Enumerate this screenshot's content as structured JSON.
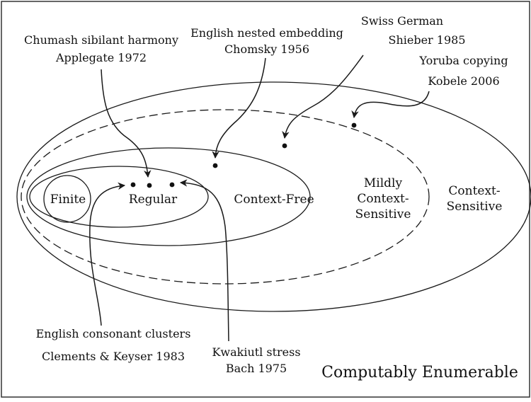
{
  "classes": {
    "finite": "Finite",
    "regular": "Regular",
    "context_free": "Context-Free",
    "mildly_cs_line1": "Mildly",
    "mildly_cs_line2": "Context-",
    "mildly_cs_line3": "Sensitive",
    "cs_line1": "Context-",
    "cs_line2": "Sensitive",
    "ce": "Computably Enumerable"
  },
  "annotations": {
    "chumash": {
      "line1": "Chumash sibilant harmony",
      "line2": "Applegate 1972"
    },
    "english_nested": {
      "line1": "English nested embedding",
      "line2": "Chomsky 1956"
    },
    "swiss_german": {
      "line1": "Swiss German",
      "line2": "Shieber 1985"
    },
    "yoruba": {
      "line1": "Yoruba copying",
      "line2": "Kobele 2006"
    },
    "english_clusters": {
      "line1": "English consonant clusters",
      "line2": "Clements & Keyser 1983"
    },
    "kwakiutl": {
      "line1": "Kwakiutl stress",
      "line2": "Bach 1975"
    }
  }
}
